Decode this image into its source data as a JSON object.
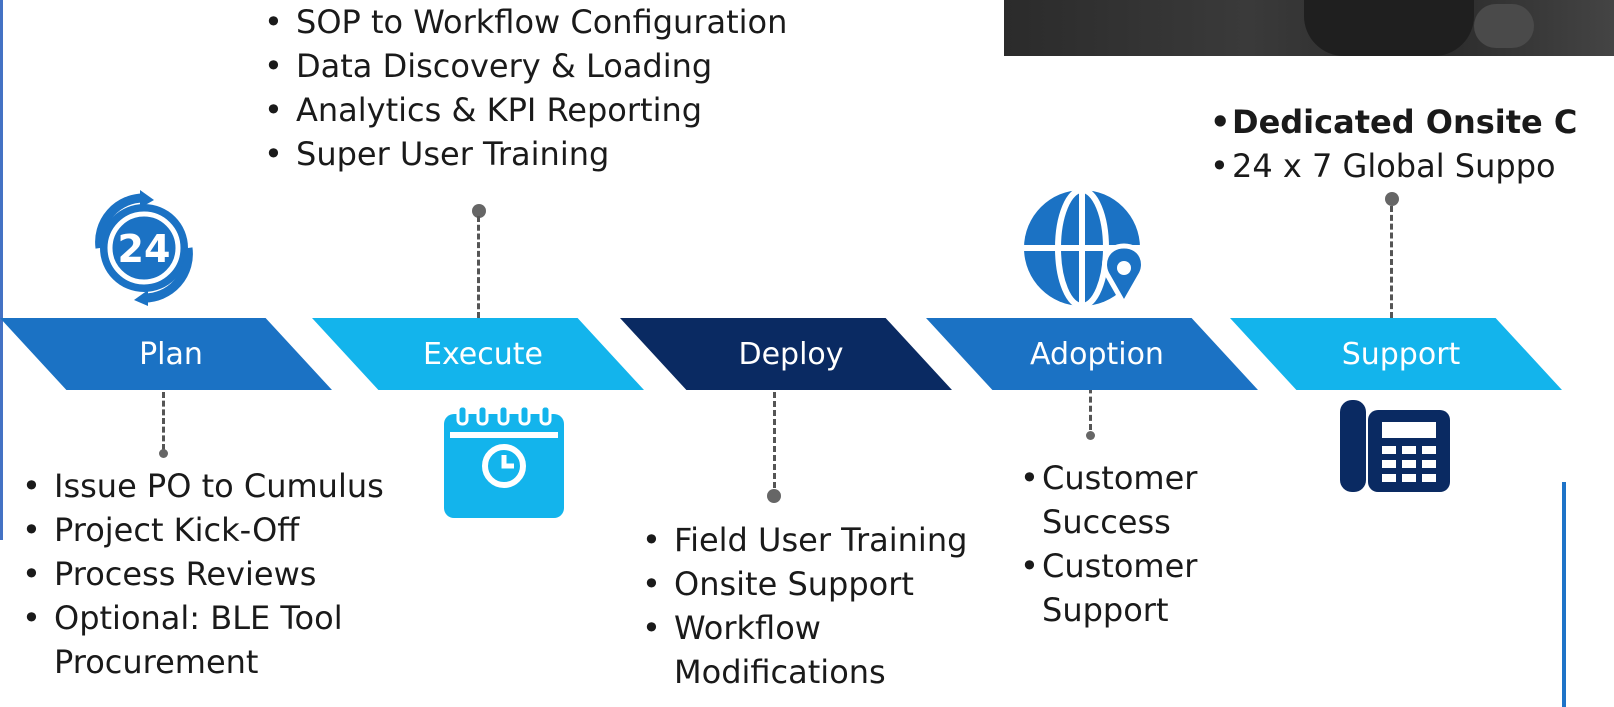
{
  "colors": {
    "plan": "#1b72c4",
    "execute": "#13b4ec",
    "deploy": "#0a2a62",
    "adoption": "#1b72c4",
    "support": "#13b4ec"
  },
  "stages": {
    "plan": "Plan",
    "execute": "Execute",
    "deploy": "Deploy",
    "adoption": "Adoption",
    "support": "Support"
  },
  "execute_items": [
    "SOP to Workflow Configuration",
    "Data Discovery & Loading",
    "Analytics & KPI Reporting",
    "Super User Training"
  ],
  "plan_items": [
    "Issue PO to Cumulus",
    "Project Kick-Off",
    "Process Reviews",
    "Optional:  BLE Tool",
    "Procurement"
  ],
  "deploy_items": [
    "Field User Training",
    "Onsite Support",
    "Workflow",
    "Modifications"
  ],
  "adoption_items": [
    "Customer",
    "Success",
    "Customer",
    "Support"
  ],
  "support_items": [
    "Dedicated Onsite C",
    "24 x 7 Global Suppo"
  ],
  "icons": {
    "plan": "24-hour-icon",
    "execute": "calendar-clock-icon",
    "adoption": "globe-location-icon",
    "support": "phone-icon"
  }
}
